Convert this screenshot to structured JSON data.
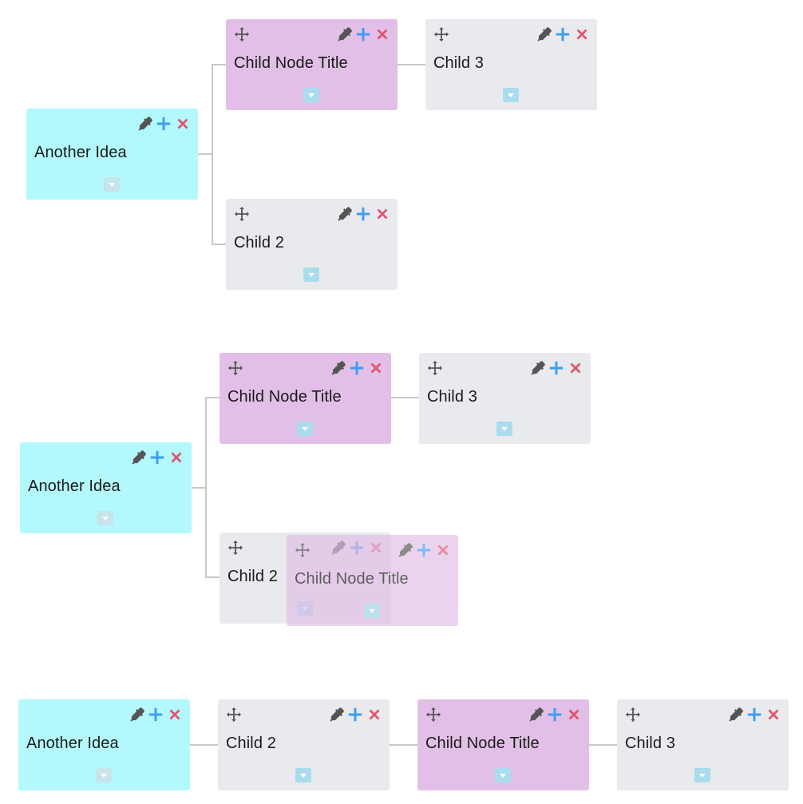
{
  "diagrams": [
    {
      "nodes": [
        {
          "title": "Another Idea"
        },
        {
          "title": "Child Node Title"
        },
        {
          "title": "Child 3"
        },
        {
          "title": "Child 2"
        }
      ]
    },
    {
      "nodes": [
        {
          "title": "Another Idea"
        },
        {
          "title": "Child Node Title"
        },
        {
          "title": "Child 3"
        },
        {
          "title": "Child 2"
        },
        {
          "title": "Child Node Title"
        }
      ]
    },
    {
      "nodes": [
        {
          "title": "Another Idea"
        },
        {
          "title": "Child 2"
        },
        {
          "title": "Child Node Title"
        },
        {
          "title": "Child 3"
        }
      ]
    }
  ],
  "colors": {
    "root_node": "#b3f8fd",
    "default_node": "#e9eaee",
    "selected_node": "#e2bfe7",
    "connector": "#c8c8c8",
    "add_icon": "#3d9df3",
    "delete_icon": "#e0566f",
    "picker_icon": "#555555",
    "move_icon": "#555555"
  },
  "icons": [
    "move-icon",
    "color-picker-icon",
    "add-child-icon",
    "delete-icon",
    "expand-icon"
  ]
}
